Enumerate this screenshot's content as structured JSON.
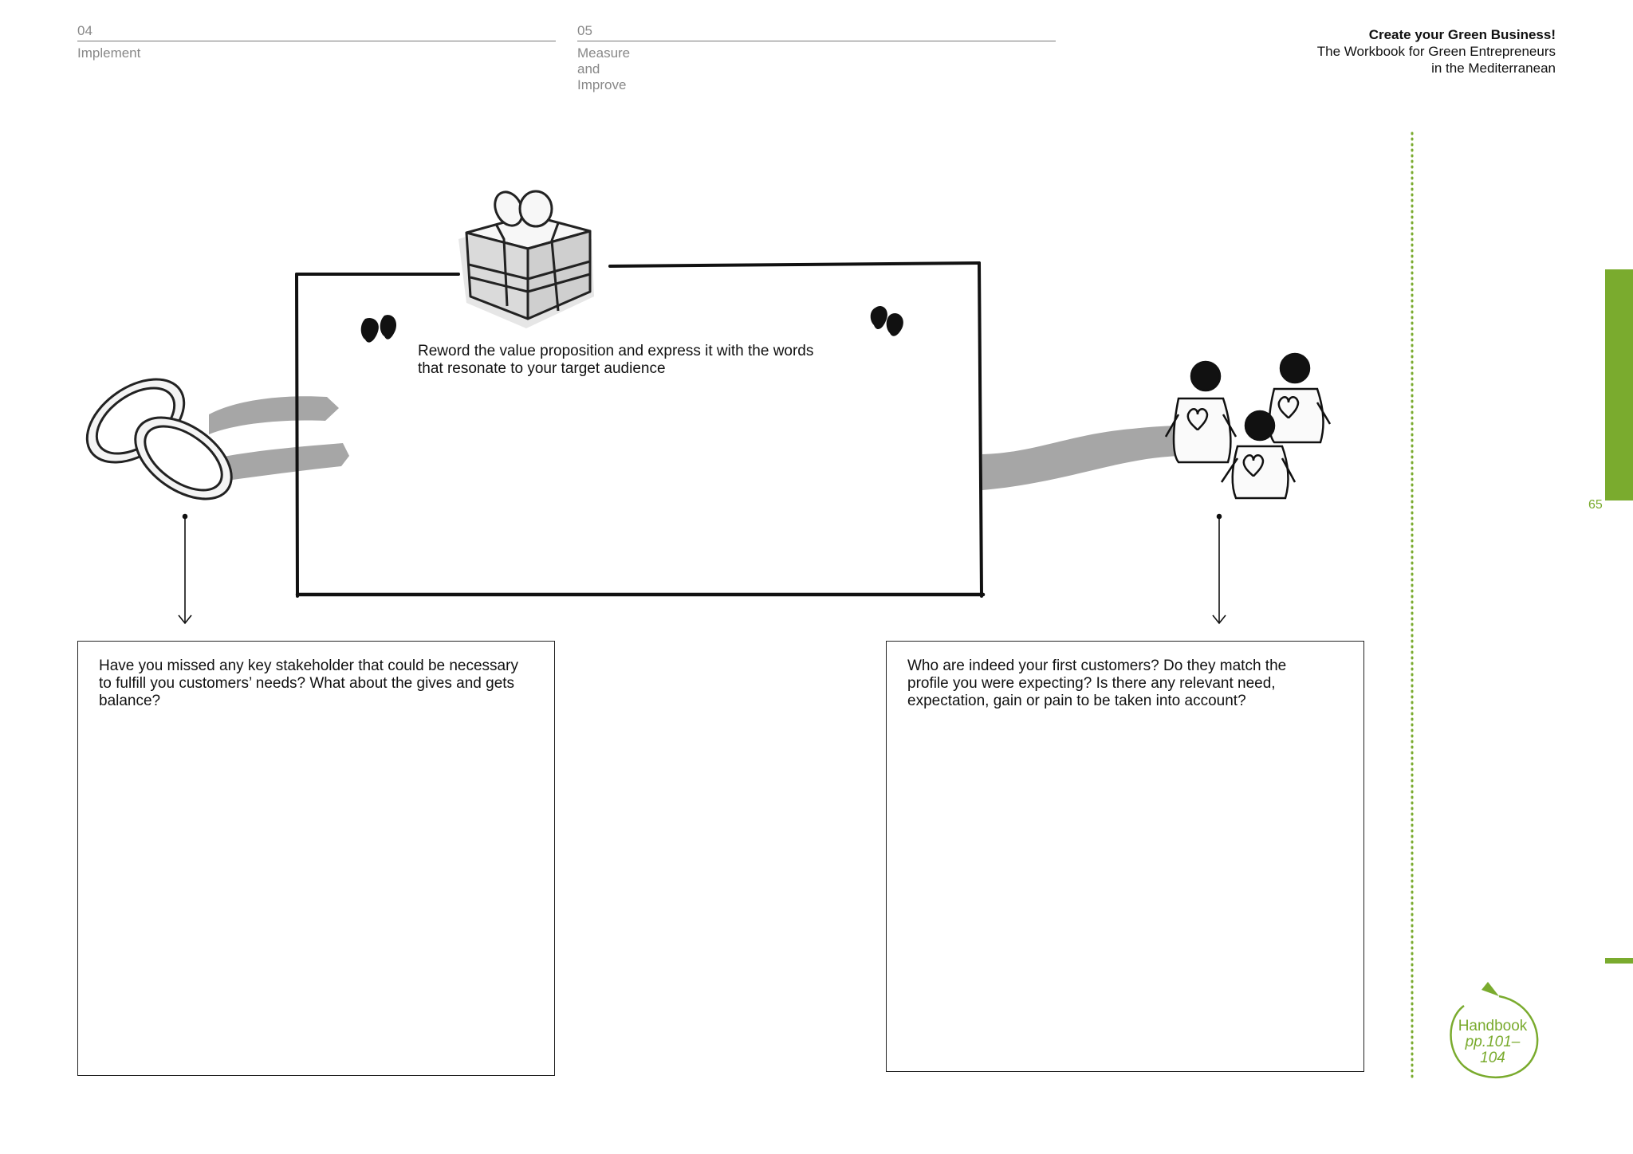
{
  "header": {
    "nav": [
      {
        "number": "04",
        "label": "Implement"
      },
      {
        "number": "05",
        "label": "Measure and Improve"
      }
    ],
    "book_title_line1": "Create your Green Business!",
    "book_title_line2": "The Workbook for Green Entrepreneurs",
    "book_title_line3": "in the Mediterranean"
  },
  "value_box": {
    "prompt_line1": "Reword the value proposition and express it with the words",
    "prompt_line2": "that resonate to your target audience"
  },
  "left_box": {
    "prompt_line1": "Have you missed any key stakeholder that could be necessary",
    "prompt_line2": "to fulfill you customers’ needs? What about the gives and gets",
    "prompt_line3": "balance?"
  },
  "right_box": {
    "prompt_line1": "Who are indeed your first customers? Do they match the",
    "prompt_line2": "profile you were expecting? Is there any relevant need,",
    "prompt_line3": "expectation, gain or pain to be taken into account?"
  },
  "sidebar": {
    "page_number": "65",
    "handbook_label": "Handbook",
    "handbook_pages": "pp.101–104"
  },
  "colors": {
    "accent_green": "#7aab2e",
    "ribbon_gray": "#a6a6a6"
  },
  "icons": [
    "gift-box-illustration",
    "wedding-rings-illustration",
    "customers-figures-illustration",
    "quote-icon"
  ]
}
